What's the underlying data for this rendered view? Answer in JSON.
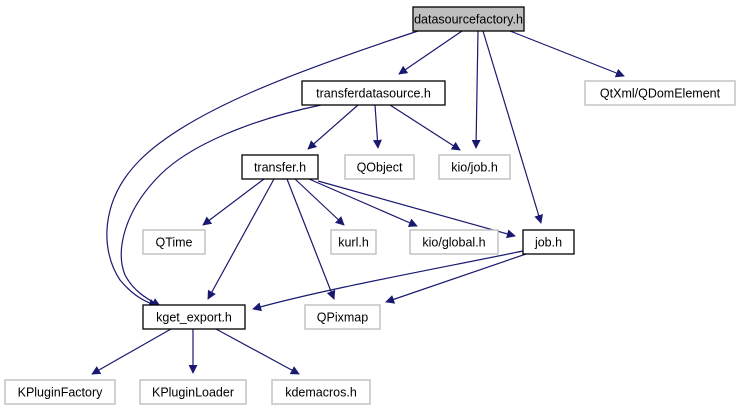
{
  "diagram": {
    "type": "include-dependency-graph",
    "edge_color": "#191970",
    "nodes": [
      {
        "id": "datasourcefactory",
        "label": "datasourcefactory.h",
        "style": "root",
        "fill": "#bfbfbf",
        "border": "#000000"
      },
      {
        "id": "transferdatasource",
        "label": "transferdatasource.h",
        "style": "documented",
        "fill": "#ffffff",
        "border": "#000000"
      },
      {
        "id": "qdomelement",
        "label": "QtXml/QDomElement",
        "style": "external",
        "fill": "#ffffff",
        "border": "#bfbfbf"
      },
      {
        "id": "transfer",
        "label": "transfer.h",
        "style": "documented",
        "fill": "#ffffff",
        "border": "#000000"
      },
      {
        "id": "qobject",
        "label": "QObject",
        "style": "external",
        "fill": "#ffffff",
        "border": "#bfbfbf"
      },
      {
        "id": "kiojob",
        "label": "kio/job.h",
        "style": "external",
        "fill": "#ffffff",
        "border": "#bfbfbf"
      },
      {
        "id": "qtime",
        "label": "QTime",
        "style": "external",
        "fill": "#ffffff",
        "border": "#bfbfbf"
      },
      {
        "id": "kurl",
        "label": "kurl.h",
        "style": "external",
        "fill": "#ffffff",
        "border": "#bfbfbf"
      },
      {
        "id": "kioglobal",
        "label": "kio/global.h",
        "style": "external",
        "fill": "#ffffff",
        "border": "#bfbfbf"
      },
      {
        "id": "job",
        "label": "job.h",
        "style": "documented",
        "fill": "#ffffff",
        "border": "#000000"
      },
      {
        "id": "kgetexport",
        "label": "kget_export.h",
        "style": "documented",
        "fill": "#ffffff",
        "border": "#000000"
      },
      {
        "id": "qpixmap",
        "label": "QPixmap",
        "style": "external",
        "fill": "#ffffff",
        "border": "#bfbfbf"
      },
      {
        "id": "kpluginfactory",
        "label": "KPluginFactory",
        "style": "external",
        "fill": "#ffffff",
        "border": "#bfbfbf"
      },
      {
        "id": "kpluginloader",
        "label": "KPluginLoader",
        "style": "external",
        "fill": "#ffffff",
        "border": "#bfbfbf"
      },
      {
        "id": "kdemacros",
        "label": "kdemacros.h",
        "style": "external",
        "fill": "#ffffff",
        "border": "#bfbfbf"
      }
    ],
    "edges": [
      {
        "from": "datasourcefactory",
        "to": "transferdatasource"
      },
      {
        "from": "datasourcefactory",
        "to": "kiojob"
      },
      {
        "from": "datasourcefactory",
        "to": "job"
      },
      {
        "from": "datasourcefactory",
        "to": "qdomelement"
      },
      {
        "from": "datasourcefactory",
        "to": "kgetexport"
      },
      {
        "from": "transferdatasource",
        "to": "transfer"
      },
      {
        "from": "transferdatasource",
        "to": "qobject"
      },
      {
        "from": "transferdatasource",
        "to": "kiojob"
      },
      {
        "from": "transferdatasource",
        "to": "kgetexport"
      },
      {
        "from": "transfer",
        "to": "qtime"
      },
      {
        "from": "transfer",
        "to": "kgetexport"
      },
      {
        "from": "transfer",
        "to": "qpixmap"
      },
      {
        "from": "transfer",
        "to": "kurl"
      },
      {
        "from": "transfer",
        "to": "kioglobal"
      },
      {
        "from": "transfer",
        "to": "job"
      },
      {
        "from": "job",
        "to": "kgetexport"
      },
      {
        "from": "job",
        "to": "qpixmap"
      },
      {
        "from": "kgetexport",
        "to": "kpluginfactory"
      },
      {
        "from": "kgetexport",
        "to": "kpluginloader"
      },
      {
        "from": "kgetexport",
        "to": "kdemacros"
      }
    ]
  }
}
